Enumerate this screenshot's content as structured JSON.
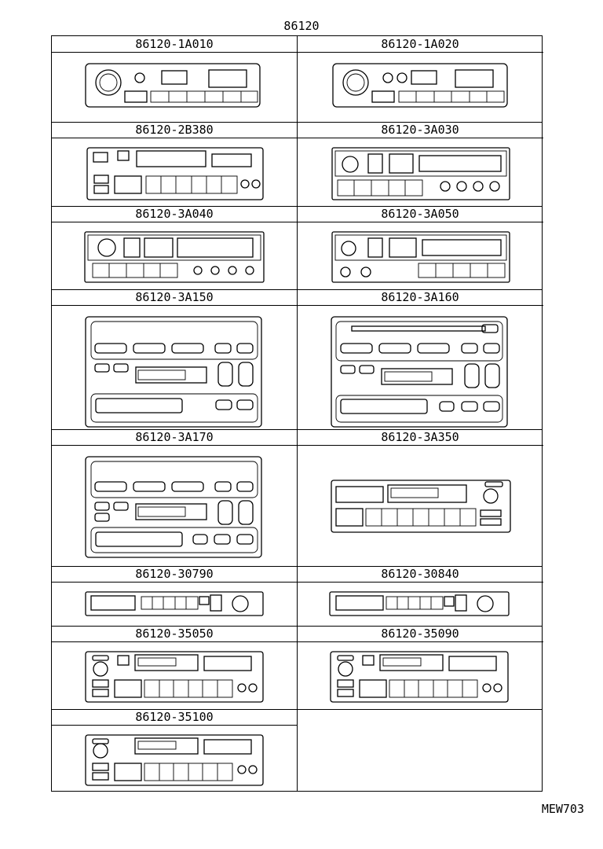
{
  "page": {
    "assembly_number": "86120",
    "drawing_code": "MEW703"
  },
  "cells": [
    {
      "part": "86120-1A010"
    },
    {
      "part": "86120-1A020"
    },
    {
      "part": "86120-2B380"
    },
    {
      "part": "86120-3A030"
    },
    {
      "part": "86120-3A040"
    },
    {
      "part": "86120-3A050"
    },
    {
      "part": "86120-3A150"
    },
    {
      "part": "86120-3A160"
    },
    {
      "part": "86120-3A170"
    },
    {
      "part": "86120-3A350"
    },
    {
      "part": "86120-30790"
    },
    {
      "part": "86120-30840"
    },
    {
      "part": "86120-35050"
    },
    {
      "part": "86120-35090"
    },
    {
      "part": "86120-35100"
    }
  ]
}
